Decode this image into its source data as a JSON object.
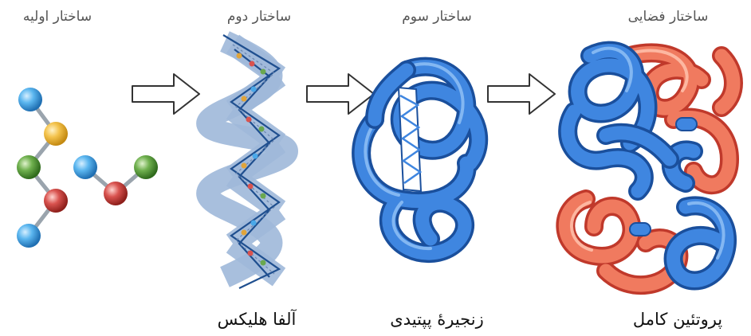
{
  "titles": {
    "primary": "ساختار اولیه",
    "secondary": "ساختار دوم",
    "tertiary": "ساختار سوم",
    "quaternary": "ساختار فضایی"
  },
  "captions": {
    "secondary": "آلفا هلیکس",
    "tertiary": "زنجیرهٔ پپتیدی",
    "quaternary": "پروتئین کامل"
  },
  "colors": {
    "bead_blue": "#4aa8e8",
    "bead_yellow": "#f2c14e",
    "bead_green": "#6aa84f",
    "bead_red": "#d9534f",
    "tube_blue": "#3f86e0",
    "tube_red": "#f07a5f",
    "helix_blue": "#9fb8d9"
  },
  "icons": {
    "arrow": "right-arrow-outline"
  }
}
